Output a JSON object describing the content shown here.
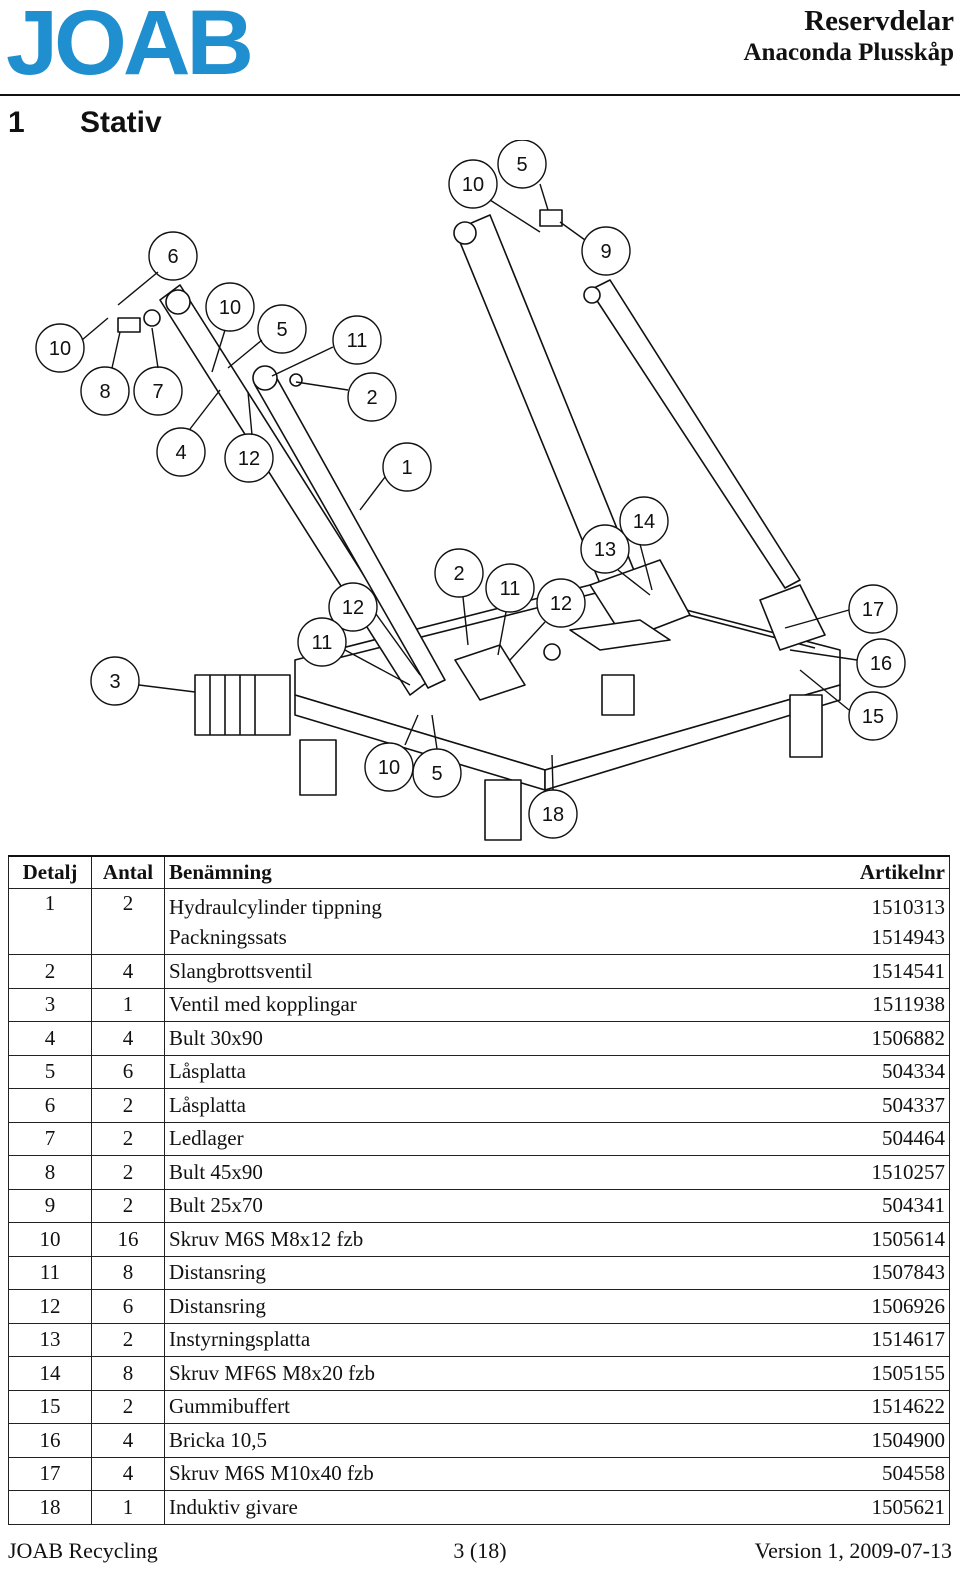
{
  "header": {
    "logo_text": "JOAB",
    "title": "Reservdelar",
    "subtitle": "Anaconda Plusskåp"
  },
  "section": {
    "number": "1",
    "title": "Stativ"
  },
  "drawing": {
    "callouts": [
      "10",
      "5",
      "9",
      "6",
      "10",
      "5",
      "11",
      "10",
      "8",
      "7",
      "2",
      "4",
      "12",
      "1",
      "14",
      "13",
      "2",
      "11",
      "12",
      "12",
      "11",
      "17",
      "3",
      "16",
      "15",
      "10",
      "5",
      "18"
    ]
  },
  "table": {
    "headers": {
      "detalj": "Detalj",
      "antal": "Antal",
      "benamning": "Benämning",
      "artikelnr": "Artikelnr"
    },
    "rows": [
      {
        "detalj": "1",
        "antal": "2",
        "benamning": "Hydraulcylinder tippning",
        "benamning2": "Packningssats",
        "artikelnr": "1510313",
        "artikelnr2": "1514943"
      },
      {
        "detalj": "2",
        "antal": "4",
        "benamning": "Slangbrottsventil",
        "artikelnr": "1514541"
      },
      {
        "detalj": "3",
        "antal": "1",
        "benamning": "Ventil med kopplingar",
        "artikelnr": "1511938"
      },
      {
        "detalj": "4",
        "antal": "4",
        "benamning": "Bult 30x90",
        "artikelnr": "1506882"
      },
      {
        "detalj": "5",
        "antal": "6",
        "benamning": "Låsplatta",
        "artikelnr": "504334"
      },
      {
        "detalj": "6",
        "antal": "2",
        "benamning": "Låsplatta",
        "artikelnr": "504337"
      },
      {
        "detalj": "7",
        "antal": "2",
        "benamning": "Ledlager",
        "artikelnr": "504464"
      },
      {
        "detalj": "8",
        "antal": "2",
        "benamning": "Bult 45x90",
        "artikelnr": "1510257"
      },
      {
        "detalj": "9",
        "antal": "2",
        "benamning": "Bult 25x70",
        "artikelnr": "504341"
      },
      {
        "detalj": "10",
        "antal": "16",
        "benamning": "Skruv M6S M8x12 fzb",
        "artikelnr": "1505614"
      },
      {
        "detalj": "11",
        "antal": "8",
        "benamning": "Distansring",
        "artikelnr": "1507843"
      },
      {
        "detalj": "12",
        "antal": "6",
        "benamning": "Distansring",
        "artikelnr": "1506926"
      },
      {
        "detalj": "13",
        "antal": "2",
        "benamning": "Instyrningsplatta",
        "artikelnr": "1514617"
      },
      {
        "detalj": "14",
        "antal": "8",
        "benamning": "Skruv MF6S M8x20 fzb",
        "artikelnr": "1505155"
      },
      {
        "detalj": "15",
        "antal": "2",
        "benamning": "Gummibuffert",
        "artikelnr": "1514622"
      },
      {
        "detalj": "16",
        "antal": "4",
        "benamning": "Bricka 10,5",
        "artikelnr": "1504900"
      },
      {
        "detalj": "17",
        "antal": "4",
        "benamning": "Skruv M6S M10x40 fzb",
        "artikelnr": "504558"
      },
      {
        "detalj": "18",
        "antal": "1",
        "benamning": "Induktiv givare",
        "artikelnr": "1505621"
      }
    ]
  },
  "footer": {
    "left": "JOAB Recycling",
    "center": "3 (18)",
    "right": "Version 1, 2009-07-13"
  },
  "colors": {
    "logo_blue": "#1f8fd0"
  }
}
